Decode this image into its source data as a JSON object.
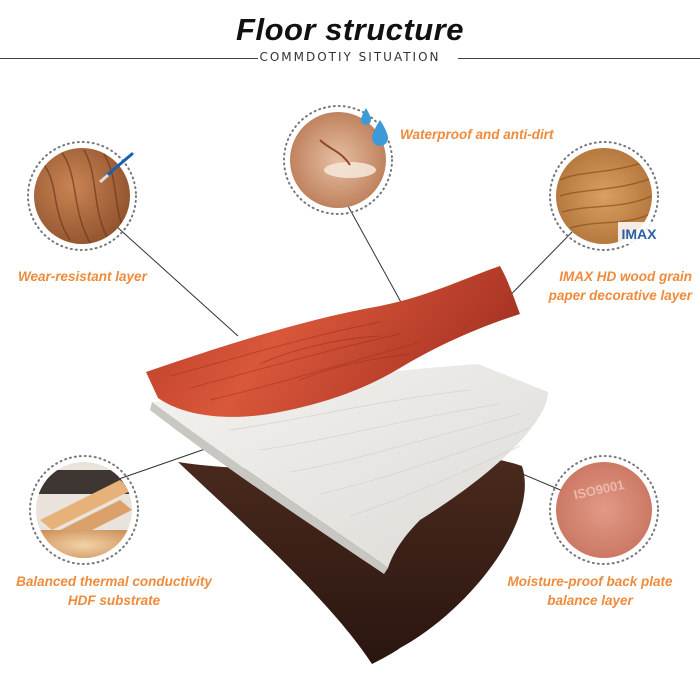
{
  "header": {
    "title": "Floor structure",
    "subtitle": "COMMDOTIY SITUATION"
  },
  "callouts": {
    "wear_resistant": "Wear-resistant layer",
    "waterproof": "Waterproof and anti-dirt",
    "imax_line1": "IMAX HD wood grain",
    "imax_line2": "paper decorative layer",
    "hdf_line1": "Balanced thermal conductivity",
    "hdf_line2": "HDF substrate",
    "moisture_line1": "Moisture-proof back plate",
    "moisture_line2": "balance layer"
  },
  "badges": {
    "imax": "IMAX",
    "iso": "ISO9001"
  },
  "colors": {
    "label_orange": "#ee8b3c",
    "decor_red": "#c8452e",
    "core_white": "#ecebe8",
    "back_brown": "#3a2018"
  }
}
